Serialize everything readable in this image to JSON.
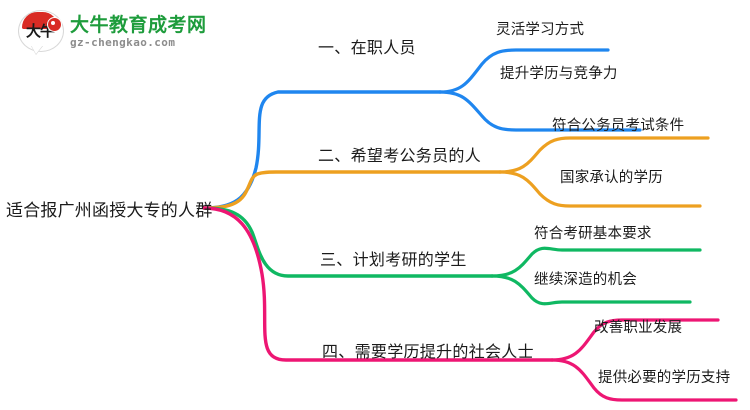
{
  "logo": {
    "mark_text": "大牛",
    "title": "大牛教育成考网",
    "url": "gz-chengkao.com",
    "brand_green": "#1e9c3c",
    "brand_red": "#d92b24"
  },
  "mindmap": {
    "root": {
      "label": "适合报广州函授大专的人群"
    },
    "branches": [
      {
        "label": "一、在职人员",
        "color": "#1f86ef",
        "children": [
          {
            "label": "灵活学习方式"
          },
          {
            "label": "提升学历与竞争力"
          }
        ]
      },
      {
        "label": "二、希望考公务员的人",
        "color": "#eda020",
        "children": [
          {
            "label": "符合公务员考试条件"
          },
          {
            "label": "国家承认的学历"
          }
        ]
      },
      {
        "label": "三、计划考研的学生",
        "color": "#0fb862",
        "children": [
          {
            "label": "符合考研基本要求"
          },
          {
            "label": "继续深造的机会"
          }
        ]
      },
      {
        "label": "四、需要学历提升的社会人士",
        "color": "#ed1673",
        "children": [
          {
            "label": "改善职业发展"
          },
          {
            "label": "提供必要的学历支持"
          }
        ]
      }
    ]
  }
}
